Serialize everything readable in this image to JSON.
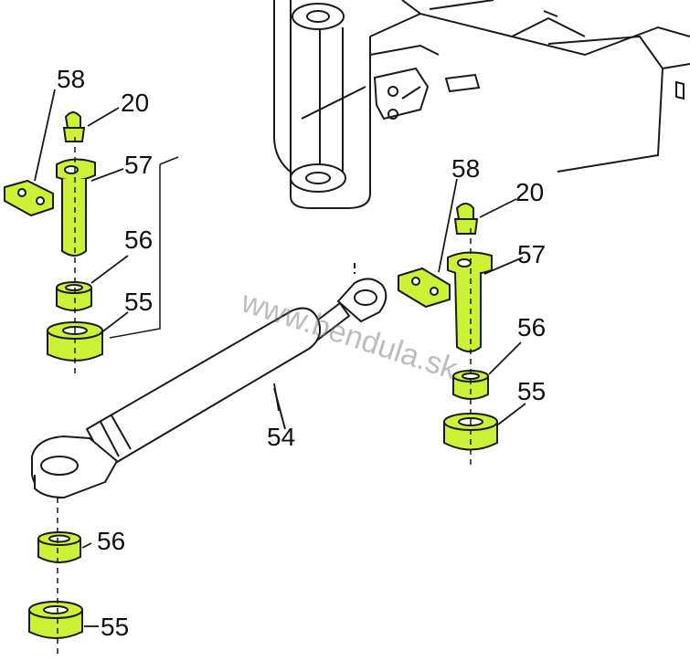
{
  "watermark": {
    "text": "www.bendula.sk"
  },
  "colors": {
    "highlight": "#ccf238",
    "line": "#1a1a1a",
    "paper": "#ffffff"
  },
  "callouts": [
    {
      "id": "c58_left",
      "label": "58"
    },
    {
      "id": "c20_left",
      "label": "20"
    },
    {
      "id": "c57_left",
      "label": "57"
    },
    {
      "id": "c56_left",
      "label": "56"
    },
    {
      "id": "c55_left",
      "label": "55"
    },
    {
      "id": "c58_right",
      "label": "58"
    },
    {
      "id": "c20_right",
      "label": "20"
    },
    {
      "id": "c57_right",
      "label": "57"
    },
    {
      "id": "c56_right",
      "label": "56"
    },
    {
      "id": "c55_right",
      "label": "55"
    },
    {
      "id": "c54",
      "label": "54"
    },
    {
      "id": "c56_bottom",
      "label": "56"
    },
    {
      "id": "c55_bottom",
      "label": "55"
    }
  ]
}
